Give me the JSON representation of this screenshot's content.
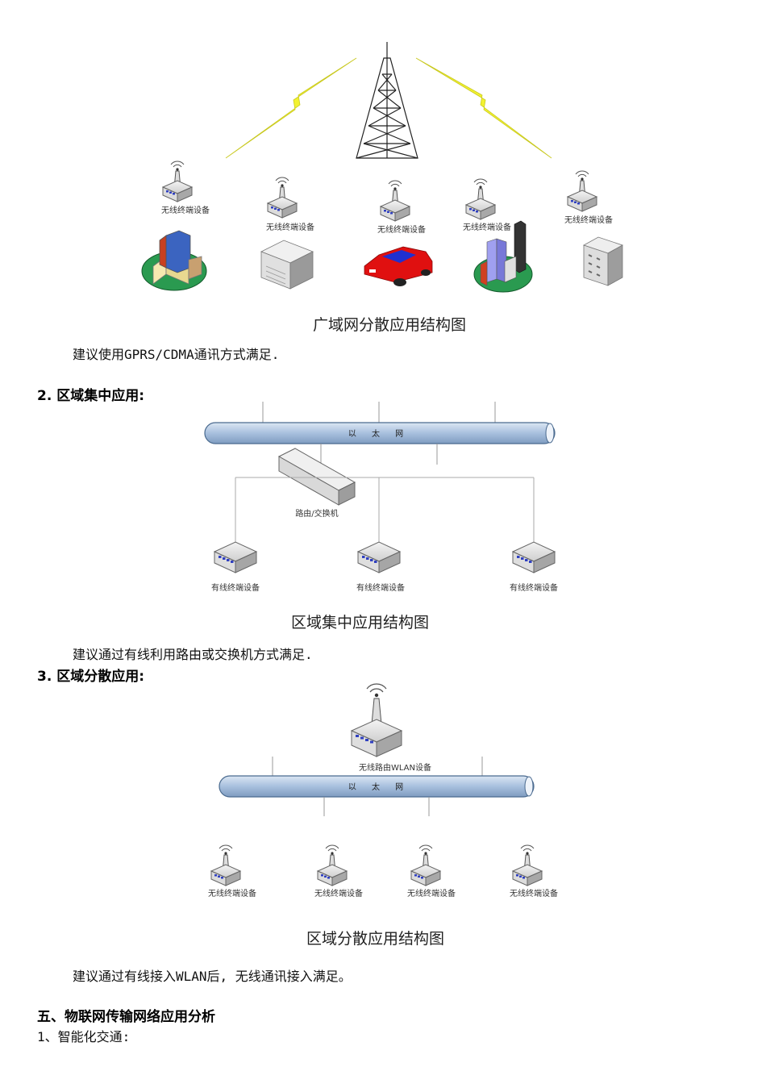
{
  "wan": {
    "caption": "广域网分散应用结构图",
    "note": "建议使用GPRS/CDMA通讯方式满足.",
    "device_label": "无线终端设备"
  },
  "section2": {
    "heading": "2. 区域集中应用:",
    "bus_label": "以 太 网",
    "router_label": "路由/交换机",
    "device_label": "有线终端设备",
    "caption": "区域集中应用结构图",
    "note": "建议通过有线利用路由或交换机方式满足."
  },
  "section3": {
    "heading": "3. 区域分散应用:",
    "wlan_label": "无线路由WLAN设备",
    "bus_label": "以 太 网",
    "device_label": "无线终端设备",
    "caption": "区域分散应用结构图",
    "note": "建议通过有线接入WLAN后, 无线通讯接入满足。"
  },
  "section5": {
    "heading": "五、物联网传输网络应用分析",
    "item1": "1、智能化交通:"
  },
  "colors": {
    "bus_fill": "#b8cde6",
    "bus_stroke": "#4a6a8f",
    "lightning": "#f2f230",
    "device_led": "#3040c0",
    "car_red": "#e01010",
    "island_green": "#2a9a50"
  }
}
